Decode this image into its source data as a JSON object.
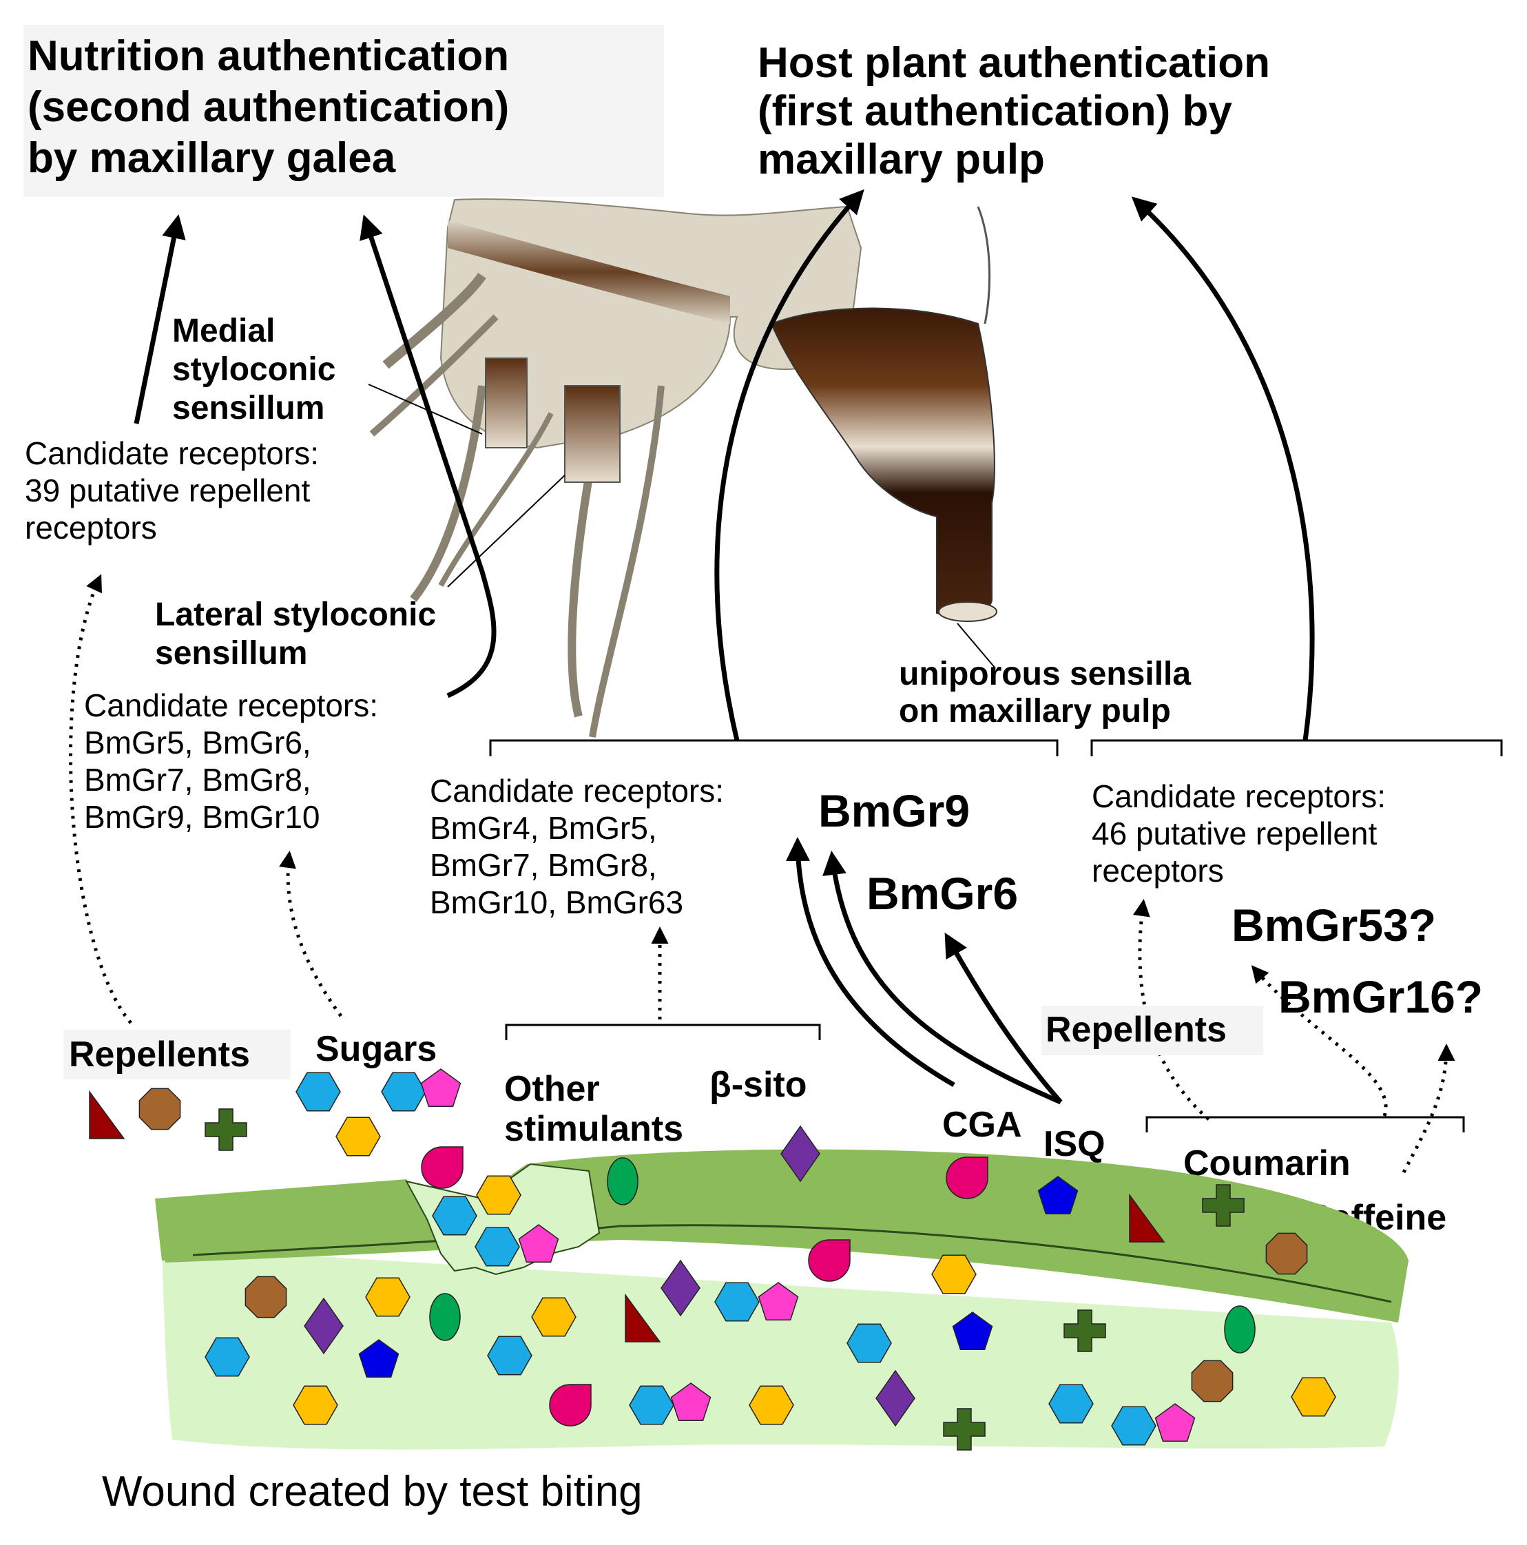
{
  "titles": {
    "nutrition": [
      "Nutrition authentication",
      "(second authentication)",
      "by maxillary galea"
    ],
    "host": [
      "Host plant authentication",
      "(first authentication) by",
      "maxillary pulp"
    ]
  },
  "sensilla": {
    "medial": [
      "Medial",
      "styloconic",
      "sensillum"
    ],
    "lateral": [
      "Lateral styloconic",
      "sensillum"
    ],
    "uniporous": [
      "uniporous sensilla",
      "on maxillary pulp"
    ]
  },
  "candidates": {
    "medial": [
      "Candidate receptors:",
      "39 putative repellent",
      "receptors"
    ],
    "lateral": [
      "Candidate receptors:",
      "BmGr5, BmGr6,",
      "BmGr7, BmGr8,",
      "BmGr9, BmGr10"
    ],
    "pulp_stimulant": [
      "Candidate receptors:",
      "BmGr4, BmGr5,",
      "BmGr7, BmGr8,",
      "BmGr10, BmGr63"
    ],
    "pulp_repellent": [
      "Candidate receptors:",
      "46 putative repellent",
      "receptors"
    ]
  },
  "genes": {
    "g9": "BmGr9",
    "g6": "BmGr6",
    "g53": "BmGr53?",
    "g16": "BmGr16?"
  },
  "compounds": {
    "repellents_left": "Repellents",
    "sugars": "Sugars",
    "other_stimulants": [
      "Other",
      "stimulants"
    ],
    "beta_sito": "β-sito",
    "cga": "CGA",
    "isq": "ISQ",
    "repellents_right": "Repellents",
    "coumarin": "Coumarin",
    "caffeine": "Caffeine"
  },
  "wound_label": "Wound created by test biting",
  "colors": {
    "leaf_light": "#d9f5c8",
    "leaf_dark": "#8cbc5a",
    "sugar": "#1aabe6",
    "sugar_orange": "#ffc000",
    "pentagon_pink": "#ff3dcc",
    "pentagon_blue": "#0000e6",
    "teardrop": "#e60073",
    "diamond": "#7030a0",
    "oval": "#00a651",
    "triangle": "#990000",
    "octagon": "#a5662e",
    "cross": "#3d6b1f",
    "galea": "#dcd6c6",
    "pulp_dark": "#3a1a08"
  },
  "icons": [
    "hexagon-icon",
    "pentagon-icon",
    "teardrop-icon",
    "diamond-icon",
    "oval-icon",
    "triangle-icon",
    "octagon-icon",
    "cross-icon"
  ]
}
